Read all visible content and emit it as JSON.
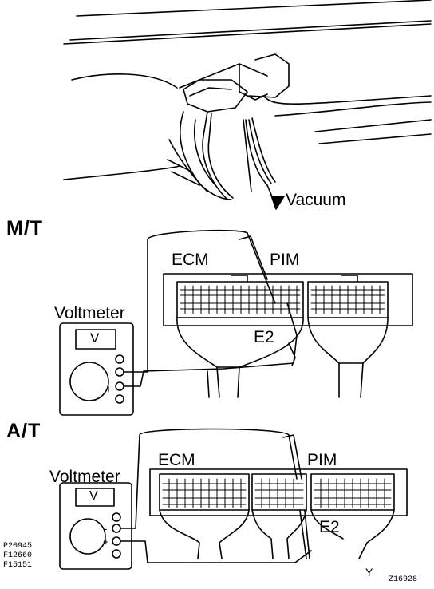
{
  "labels": {
    "vacuum": "Vacuum",
    "mt": "M/T",
    "at": "A/T",
    "ecm_mt": "ECM",
    "pim_mt": "PIM",
    "e2_mt": "E2",
    "voltmeter_mt": "Voltmeter",
    "v_mt": "V",
    "ecm_at": "ECM",
    "pim_at": "PIM",
    "e2_at": "E2",
    "voltmeter_at": "Voltmeter",
    "v_at": "V",
    "plus_mt": "+",
    "minus_mt": "-",
    "plus_at": "+",
    "minus_at": "-"
  },
  "codes": [
    "P20945",
    "F12660",
    "F15151"
  ],
  "y_mark": "Y",
  "figure_id": "Z16928"
}
